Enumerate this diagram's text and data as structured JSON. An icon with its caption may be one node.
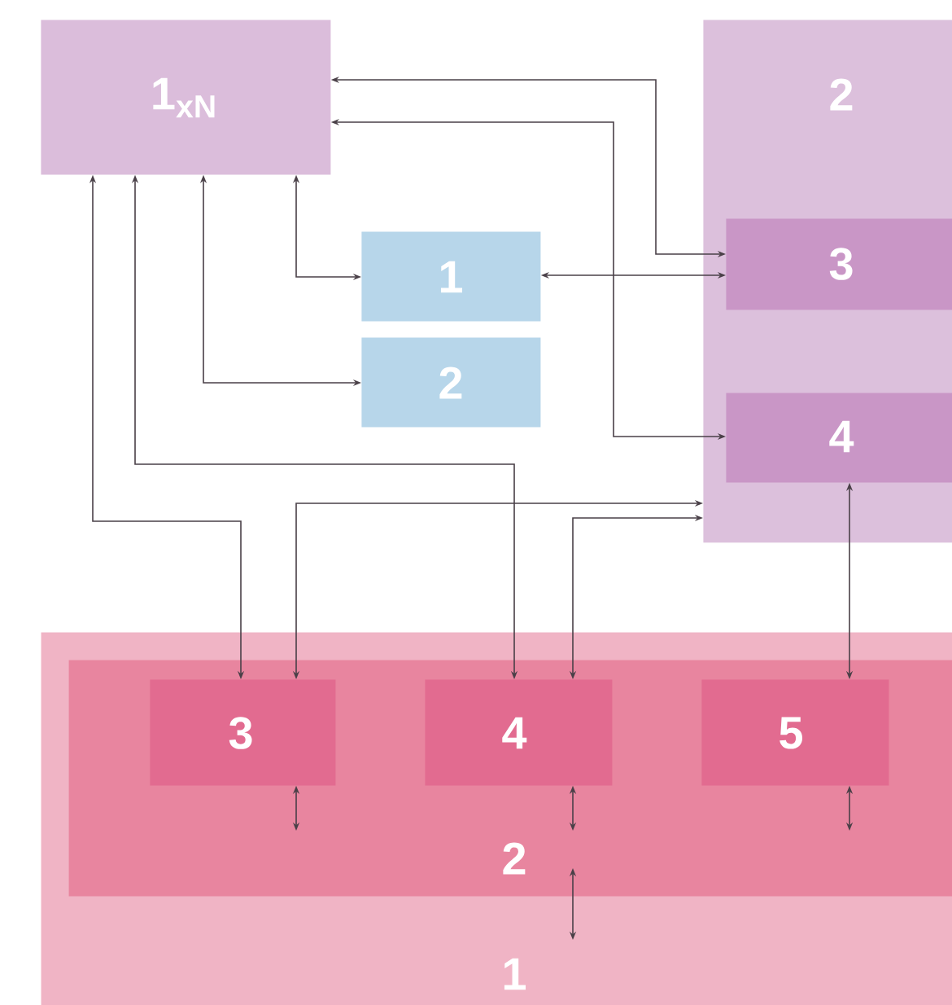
{
  "diagram": {
    "nodes": [
      {
        "text": [
          "1$_{xN}$"
        ]
      },
      {
        "text": [
          "1"
        ]
      },
      {
        "text": [
          "2"
        ]
      },
      {
        "text": [
          "2"
        ]
      },
      {
        "text": [
          "3"
        ],
        "in": 3
      },
      {
        "text": [
          "4"
        ],
        "in": 3
      },
      {
        "text": [
          "1"
        ]
      },
      {
        "text": [
          "2"
        ],
        "in": 6
      },
      {
        "text": [
          "3"
        ],
        "in": 7
      },
      {
        "text": [
          "4"
        ],
        "in": 7
      },
      {
        "text": [
          "5"
        ],
        "in": 7
      }
    ],
    "edges": [
      {
        "from": 0,
        "to": 4,
        "arrow": "both"
      },
      {
        "from": 0,
        "to": 5,
        "arrow": "both"
      },
      {
        "from": 0,
        "to": 1,
        "arrow": "both"
      },
      {
        "from": 0,
        "to": 2,
        "arrow": "both"
      },
      {
        "from": 0,
        "to": 9,
        "arrow": "both"
      },
      {
        "from": 0,
        "to": 8,
        "arrow": "both"
      },
      {
        "from": 1,
        "to": 4,
        "arrow": "both"
      },
      {
        "from": 8,
        "to": 3,
        "arrow": "both"
      },
      {
        "from": 9,
        "to": 3,
        "arrow": "both"
      },
      {
        "from": 5,
        "to": 10,
        "arrow": "both"
      },
      {
        "from": 8,
        "to": null,
        "arrow": "both"
      },
      {
        "from": 9,
        "to": null,
        "arrow": "both"
      },
      {
        "from": 10,
        "to": null,
        "arrow": "both"
      },
      {
        "from": 7,
        "to": 6,
        "arrow": "both"
      }
    ]
  }
}
